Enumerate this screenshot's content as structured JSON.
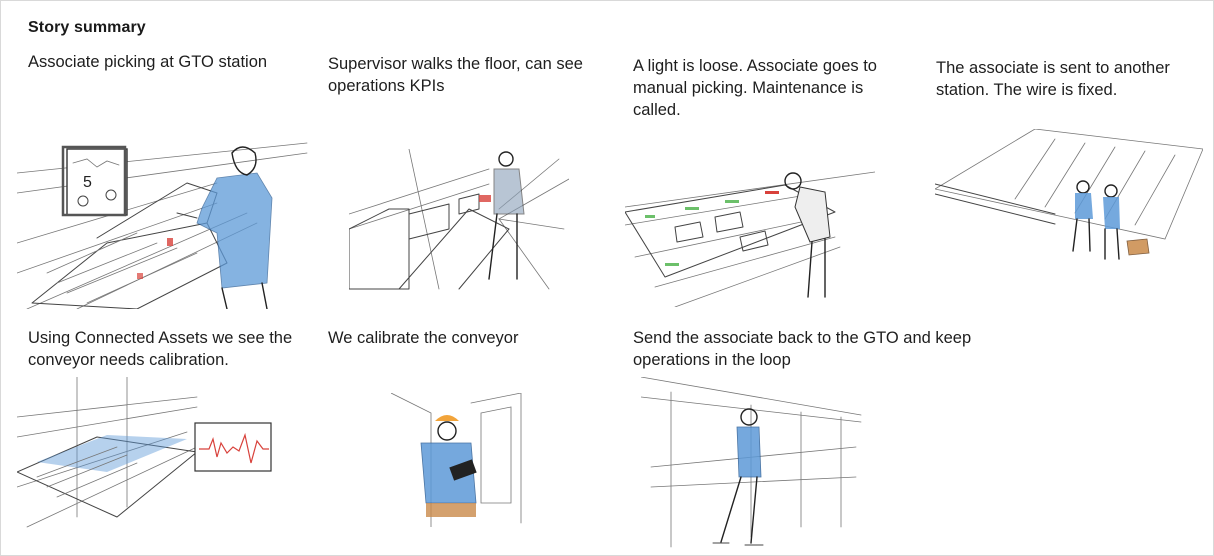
{
  "title": "Story summary",
  "panels": [
    {
      "caption": "Associate picking at GTO station",
      "screen_digit": "5"
    },
    {
      "caption": "Supervisor walks the floor, can see operations KPIs"
    },
    {
      "caption": "A light is loose. Associate goes to manual picking. Maintenance is called."
    },
    {
      "caption": "The associate is sent to another station. The wire is fixed."
    },
    {
      "caption": "Using Connected Assets we see the conveyor needs calibration."
    },
    {
      "caption": "We calibrate the conveyor"
    },
    {
      "caption": "Send the associate back to the GTO and keep operations in the loop"
    }
  ],
  "colors": {
    "shirt": "#5d9ad8",
    "alert": "#d8413b",
    "green_light": "#6cc06a",
    "hardhat": "#f2a43a",
    "box": "#c98a4a"
  }
}
